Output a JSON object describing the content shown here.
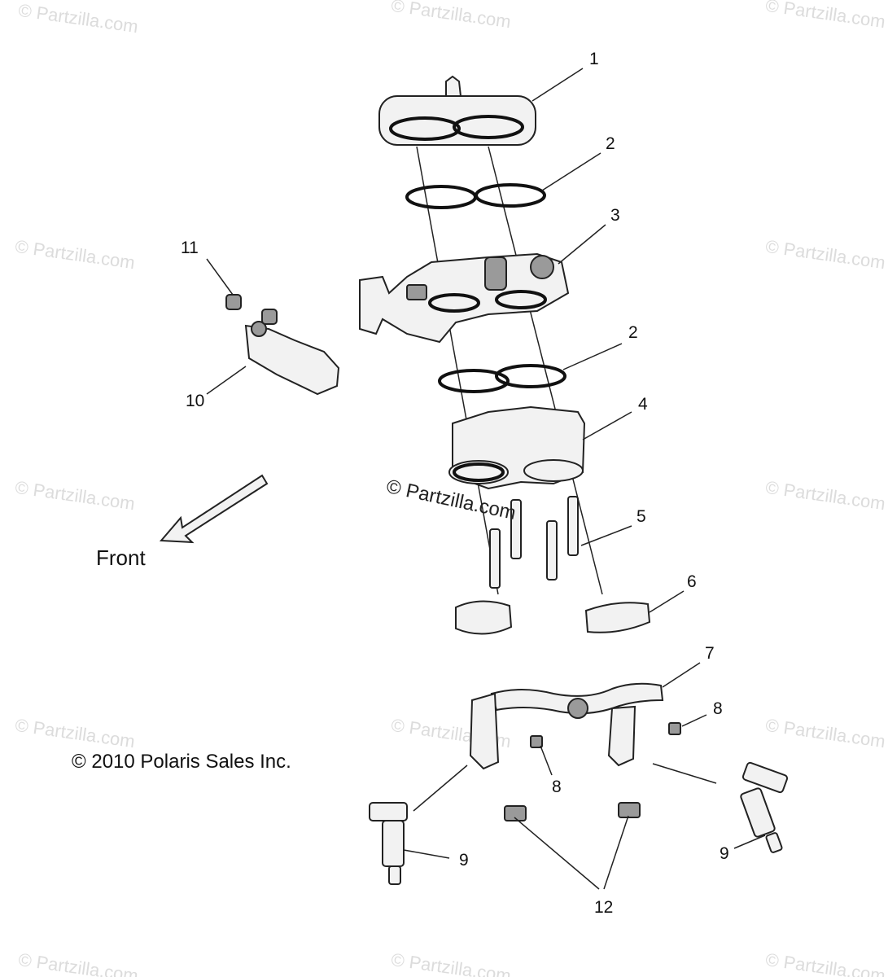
{
  "watermark": "© Partzilla.com",
  "center_watermark": "© Partzilla.com",
  "front_label": "Front",
  "copyright": "© 2010 Polaris Sales Inc.",
  "callouts": {
    "c1": "1",
    "c2a": "2",
    "c3": "3",
    "c2b": "2",
    "c4": "4",
    "c5": "5",
    "c6": "6",
    "c7": "7",
    "c8a": "8",
    "c8b": "8",
    "c9a": "9",
    "c9b": "9",
    "c10": "10",
    "c11": "11",
    "c12": "12"
  }
}
